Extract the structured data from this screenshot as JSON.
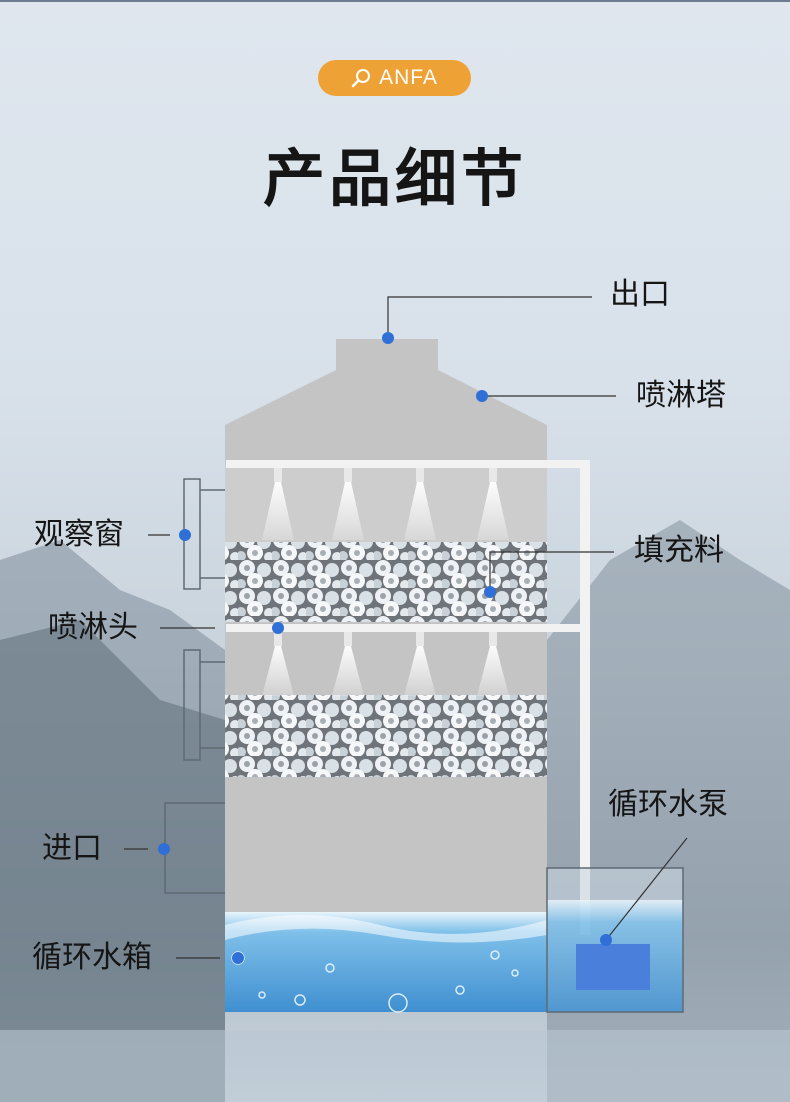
{
  "header": {
    "brand": "ANFA",
    "brand_icon": "magnifier-icon",
    "brand_color": "#eea236",
    "title": "产品细节"
  },
  "labels": {
    "outlet": "出口",
    "spray_tower": "喷淋塔",
    "observation_window": "观察窗",
    "packing": "填充料",
    "spray_head": "喷淋头",
    "inlet": "进口",
    "circulation_pump": "循环水泵",
    "circulation_tank": "循环水箱"
  },
  "colors": {
    "tower_body": "#c4c4c4",
    "marker": "#2f6fd6",
    "pump": "#4a7fdb",
    "water": "#5fa8dd"
  }
}
